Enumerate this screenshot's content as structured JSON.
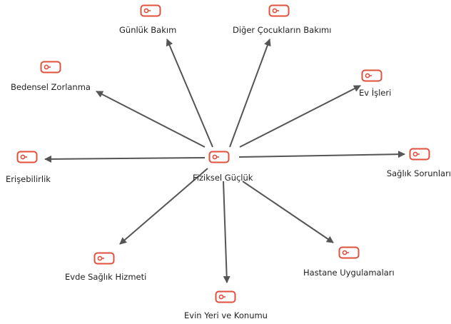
{
  "diagram": {
    "center": {
      "label": "Fiziksel Güçlük"
    },
    "nodes": [
      {
        "id": "gunluk-bakim",
        "label": "Günlük Bakım"
      },
      {
        "id": "diger-cocuklarin-bakimi",
        "label": "Diğer Çocukların Bakımı"
      },
      {
        "id": "bedensel-zorlanma",
        "label": "Bedensel Zorlanma"
      },
      {
        "id": "ev-isleri",
        "label": "Ev İşleri"
      },
      {
        "id": "erisebilirlik",
        "label": "Erişebilirlik"
      },
      {
        "id": "saglik-sorunlari",
        "label": "Sağlık Sorunları"
      },
      {
        "id": "evde-saglik-hizmeti",
        "label": "Evde Sağlık Hizmeti"
      },
      {
        "id": "hastane-uygulamalari",
        "label": "Hastane Uygulamaları"
      },
      {
        "id": "evin-yeri-ve-konumu",
        "label": "Evin Yeri ve Konumu"
      }
    ],
    "colors": {
      "node_stroke": "#e0503c",
      "edge": "#555555",
      "text": "#1f1f1f"
    },
    "icon": "code-document-icon"
  }
}
